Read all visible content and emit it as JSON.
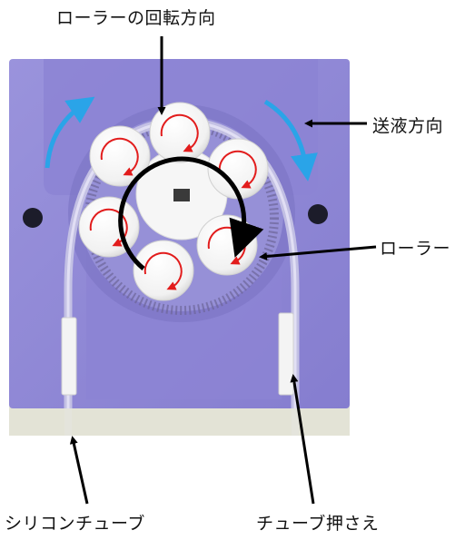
{
  "labels": {
    "roller_rotation_direction": "ローラーの回転方向",
    "liquid_flow_direction": "送液方向",
    "roller": "ローラー",
    "silicone_tube": "シリコンチューブ",
    "tube_clamp": "チューブ押さえ"
  },
  "colors": {
    "housing": "#8f87d6",
    "housing_dark": "#6f67b8",
    "base": "#ecece2",
    "roller": "#ffffff",
    "roller_arrow": "#e21c1c",
    "flow_arrow": "#2aa4e8",
    "rotation_arrow": "#000000",
    "tube": "#c9c6e6"
  },
  "icons": {
    "roller_marks": "red-curved-arrow",
    "flow_marks": "blue-curved-arrow",
    "rotation_mark": "black-circular-arrow"
  }
}
